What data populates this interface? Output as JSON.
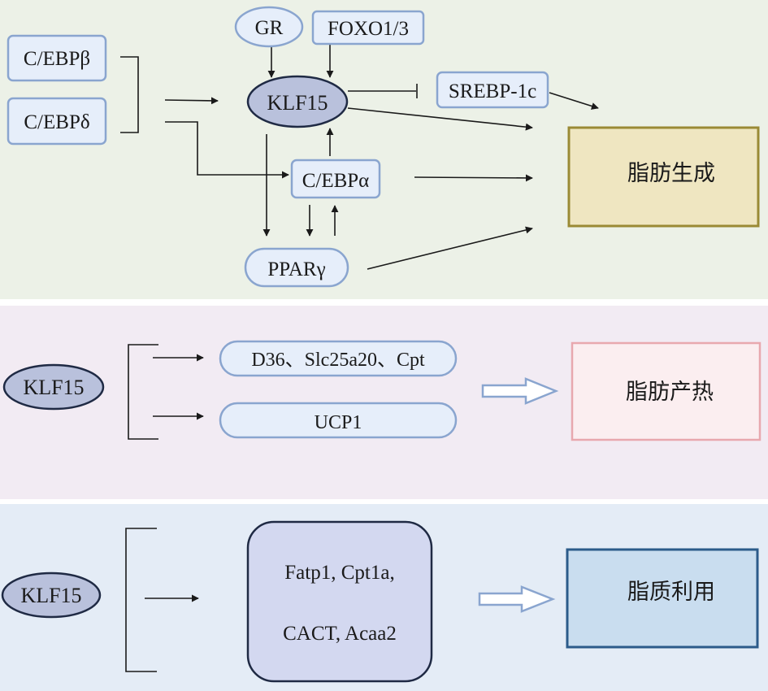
{
  "panel1": {
    "nodes": {
      "cebpb": "C/EBPβ",
      "cebpd": "C/EBPδ",
      "gr": "GR",
      "foxo": "FOXO1/3",
      "klf15": "KLF15",
      "srebp": "SREBP-1c",
      "cebpa": "C/EBPα",
      "ppar": "PPARγ"
    },
    "outcome": "脂肪生成"
  },
  "panel2": {
    "klf15": "KLF15",
    "genes1": "D36、Slc25a20、Cpt",
    "genes2": "UCP1",
    "outcome": "脂肪产热"
  },
  "panel3": {
    "klf15": "KLF15",
    "genes_line1": "Fatp1, Cpt1a,",
    "genes_line2": "CACT, Acaa2",
    "outcome": "脂质利用"
  },
  "colors": {
    "panel1_bg": "#ecf1e7",
    "panel2_bg": "#f2ebf3",
    "panel3_bg": "#e4ecf6",
    "node_fill": "#e6eefa",
    "node_stroke": "#8aa5cf",
    "klf15_fill": "#b9c1dc",
    "outcome1_fill": "#efe6c1",
    "outcome1_stroke": "#9a8a35",
    "outcome2_fill": "#fbeef0",
    "outcome2_stroke": "#e8a8ae",
    "outcome3_fill": "#c9ddef",
    "outcome3_stroke": "#2c5b8a"
  }
}
